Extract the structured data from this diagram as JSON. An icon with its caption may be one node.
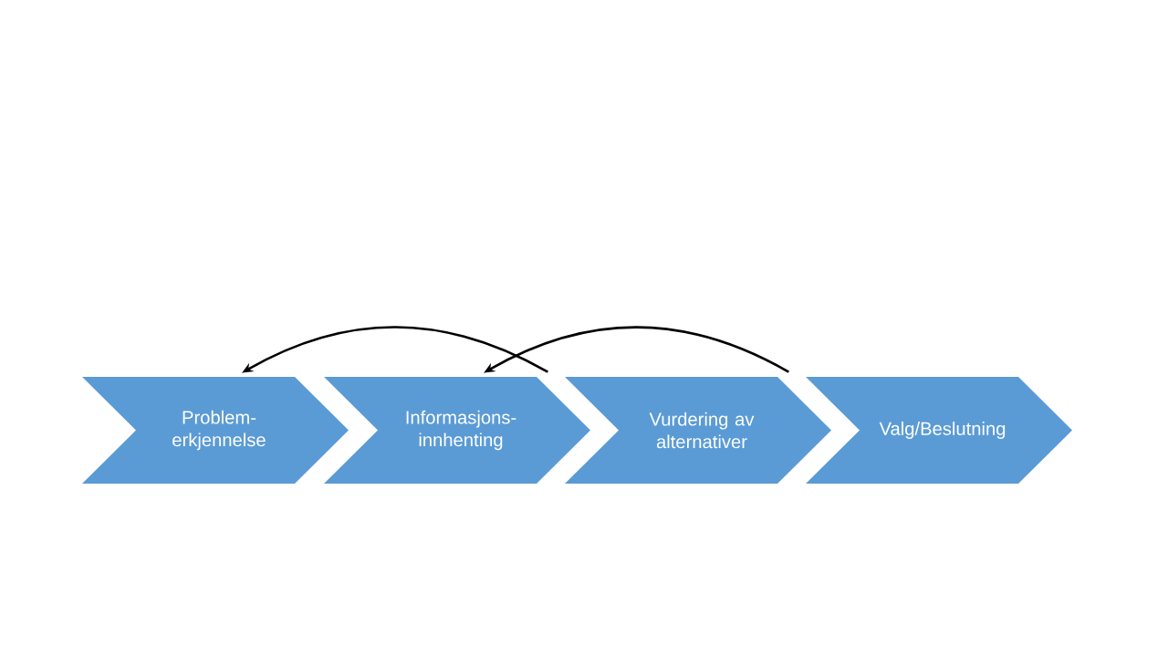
{
  "diagram": {
    "nodes": [
      {
        "text": [
          "Problem- erkjennelse"
        ]
      },
      {
        "text": [
          "Informasjons- innhenting"
        ]
      },
      {
        "text": [
          "Vurdering av alternativer"
        ]
      },
      {
        "text": [
          "Valg/Beslutning"
        ]
      }
    ],
    "edges": [
      {
        "from": 1,
        "to": 0,
        "arrow": "to"
      },
      {
        "from": 2,
        "to": 1,
        "arrow": "to"
      }
    ]
  }
}
